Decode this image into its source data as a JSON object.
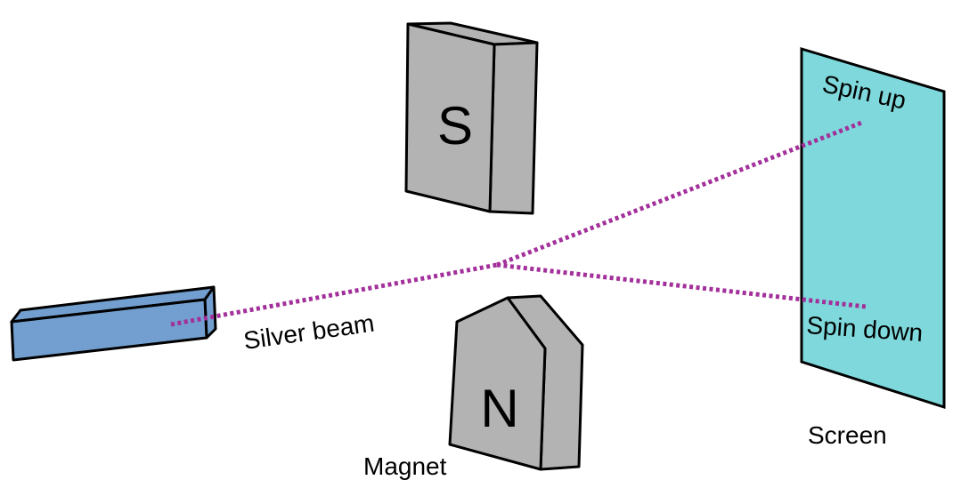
{
  "labels": {
    "magnet_south": "S",
    "magnet_north": "N",
    "magnet": "Magnet",
    "beam": "Silver beam",
    "spin_up": "Spin up",
    "spin_down": "Spin down",
    "screen": "Screen"
  },
  "colors": {
    "magnet_fill": "#b3b3b3",
    "source_fill": "#729fcf",
    "screen_fill": "#7fd9dc",
    "beam": "#a3309a",
    "outline": "#000000"
  }
}
